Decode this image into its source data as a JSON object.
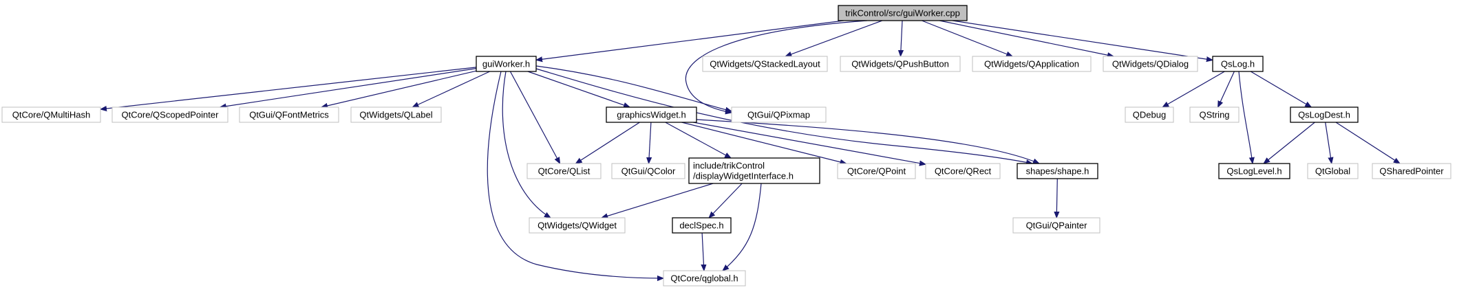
{
  "graph": {
    "title": "trikControl/src/guiWorker.cpp",
    "colors": {
      "root_fill": "#bfbfbf",
      "internal_border": "#000000",
      "external_border": "#bfbfbf",
      "edge": "#191970",
      "text": "#000000"
    },
    "nodes": [
      {
        "id": "root",
        "label": "trikControl/src/guiWorker.cpp",
        "kind": "root"
      },
      {
        "id": "guiWorker_h",
        "label": "guiWorker.h",
        "kind": "internal"
      },
      {
        "id": "QStackedLayout",
        "label": "QtWidgets/QStackedLayout",
        "kind": "external"
      },
      {
        "id": "QPushButton",
        "label": "QtWidgets/QPushButton",
        "kind": "external"
      },
      {
        "id": "QApplication",
        "label": "QtWidgets/QApplication",
        "kind": "external"
      },
      {
        "id": "QDialog",
        "label": "QtWidgets/QDialog",
        "kind": "external"
      },
      {
        "id": "QsLog_h",
        "label": "QsLog.h",
        "kind": "internal"
      },
      {
        "id": "QMultiHash",
        "label": "QtCore/QMultiHash",
        "kind": "external"
      },
      {
        "id": "QScopedPointer",
        "label": "QtCore/QScopedPointer",
        "kind": "external"
      },
      {
        "id": "QFontMetrics",
        "label": "QtGui/QFontMetrics",
        "kind": "external"
      },
      {
        "id": "QLabel",
        "label": "QtWidgets/QLabel",
        "kind": "external"
      },
      {
        "id": "graphicsWidget_h",
        "label": "graphicsWidget.h",
        "kind": "internal"
      },
      {
        "id": "QPixmap",
        "label": "QtGui/QPixmap",
        "kind": "external"
      },
      {
        "id": "QDebug",
        "label": "QDebug",
        "kind": "external"
      },
      {
        "id": "QString",
        "label": "QString",
        "kind": "external"
      },
      {
        "id": "QsLogDest_h",
        "label": "QsLogDest.h",
        "kind": "internal"
      },
      {
        "id": "QList",
        "label": "QtCore/QList",
        "kind": "external"
      },
      {
        "id": "QColor",
        "label": "QtGui/QColor",
        "kind": "external"
      },
      {
        "id": "displayWidgetInterface_h",
        "label": "include/trikControl\n/displayWidgetInterface.h",
        "kind": "internal"
      },
      {
        "id": "QPoint",
        "label": "QtCore/QPoint",
        "kind": "external"
      },
      {
        "id": "QRect",
        "label": "QtCore/QRect",
        "kind": "external"
      },
      {
        "id": "shape_h",
        "label": "shapes/shape.h",
        "kind": "internal"
      },
      {
        "id": "QsLogLevel_h",
        "label": "QsLogLevel.h",
        "kind": "internal"
      },
      {
        "id": "QtGlobal",
        "label": "QtGlobal",
        "kind": "external"
      },
      {
        "id": "QSharedPointer",
        "label": "QSharedPointer",
        "kind": "external"
      },
      {
        "id": "QWidget",
        "label": "QtWidgets/QWidget",
        "kind": "external"
      },
      {
        "id": "declSpec_h",
        "label": "declSpec.h",
        "kind": "internal"
      },
      {
        "id": "QPainter",
        "label": "QtGui/QPainter",
        "kind": "external"
      },
      {
        "id": "qglobal_h",
        "label": "QtCore/qglobal.h",
        "kind": "external"
      }
    ],
    "edges": [
      {
        "from": "root",
        "to": "guiWorker_h"
      },
      {
        "from": "root",
        "to": "QPixmap"
      },
      {
        "from": "root",
        "to": "QStackedLayout"
      },
      {
        "from": "root",
        "to": "QPushButton"
      },
      {
        "from": "root",
        "to": "QApplication"
      },
      {
        "from": "root",
        "to": "QDialog"
      },
      {
        "from": "root",
        "to": "QsLog_h"
      },
      {
        "from": "guiWorker_h",
        "to": "QMultiHash"
      },
      {
        "from": "guiWorker_h",
        "to": "QScopedPointer"
      },
      {
        "from": "guiWorker_h",
        "to": "QFontMetrics"
      },
      {
        "from": "guiWorker_h",
        "to": "QLabel"
      },
      {
        "from": "guiWorker_h",
        "to": "graphicsWidget_h"
      },
      {
        "from": "guiWorker_h",
        "to": "QPixmap"
      },
      {
        "from": "guiWorker_h",
        "to": "QList"
      },
      {
        "from": "guiWorker_h",
        "to": "shape_h"
      },
      {
        "from": "guiWorker_h",
        "to": "QWidget"
      },
      {
        "from": "guiWorker_h",
        "to": "qglobal_h"
      },
      {
        "from": "QsLog_h",
        "to": "QDebug"
      },
      {
        "from": "QsLog_h",
        "to": "QString"
      },
      {
        "from": "QsLog_h",
        "to": "QsLogDest_h"
      },
      {
        "from": "QsLog_h",
        "to": "QsLogLevel_h"
      },
      {
        "from": "QsLogDest_h",
        "to": "QsLogLevel_h"
      },
      {
        "from": "QsLogDest_h",
        "to": "QtGlobal"
      },
      {
        "from": "QsLogDest_h",
        "to": "QSharedPointer"
      },
      {
        "from": "graphicsWidget_h",
        "to": "QList"
      },
      {
        "from": "graphicsWidget_h",
        "to": "QColor"
      },
      {
        "from": "graphicsWidget_h",
        "to": "displayWidgetInterface_h"
      },
      {
        "from": "graphicsWidget_h",
        "to": "QPoint"
      },
      {
        "from": "graphicsWidget_h",
        "to": "QRect"
      },
      {
        "from": "graphicsWidget_h",
        "to": "shape_h"
      },
      {
        "from": "displayWidgetInterface_h",
        "to": "QWidget"
      },
      {
        "from": "displayWidgetInterface_h",
        "to": "declSpec_h"
      },
      {
        "from": "displayWidgetInterface_h",
        "to": "qglobal_h"
      },
      {
        "from": "declSpec_h",
        "to": "qglobal_h"
      },
      {
        "from": "shape_h",
        "to": "QPainter"
      }
    ]
  }
}
